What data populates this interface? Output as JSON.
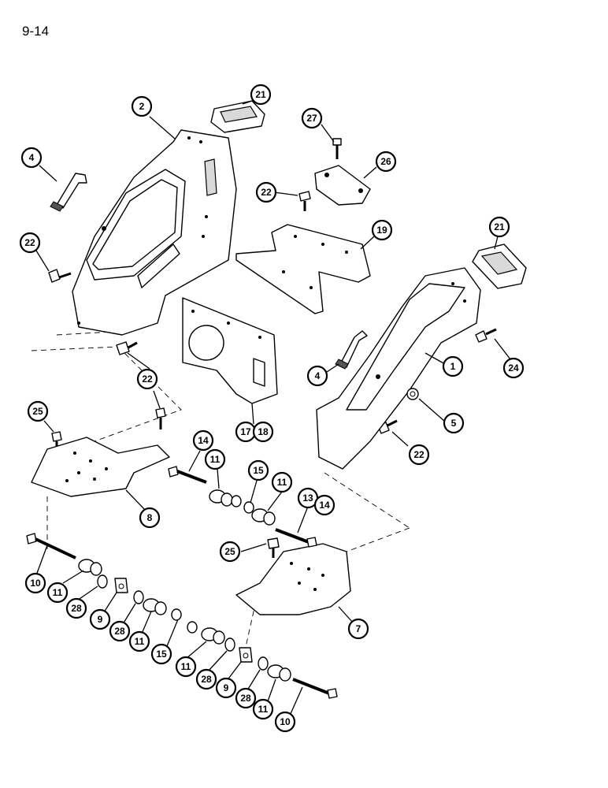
{
  "page": {
    "label": "9-14"
  },
  "callouts": [
    {
      "id": "c-2",
      "text": "2"
    },
    {
      "id": "c-21a",
      "text": "21"
    },
    {
      "id": "c-27",
      "text": "27"
    },
    {
      "id": "c-26",
      "text": "26"
    },
    {
      "id": "c-4a",
      "text": "4"
    },
    {
      "id": "c-22a",
      "text": "22"
    },
    {
      "id": "c-22b",
      "text": "22"
    },
    {
      "id": "c-19",
      "text": "19"
    },
    {
      "id": "c-21b",
      "text": "21"
    },
    {
      "id": "c-24",
      "text": "24"
    },
    {
      "id": "c-4b",
      "text": "4"
    },
    {
      "id": "c-1",
      "text": "1"
    },
    {
      "id": "c-22c",
      "text": "22"
    },
    {
      "id": "c-5",
      "text": "5"
    },
    {
      "id": "c-25a",
      "text": "25"
    },
    {
      "id": "c-17",
      "text": "17"
    },
    {
      "id": "c-18",
      "text": "18"
    },
    {
      "id": "c-22d",
      "text": "22"
    },
    {
      "id": "c-14a",
      "text": "14"
    },
    {
      "id": "c-11a",
      "text": "11"
    },
    {
      "id": "c-15a",
      "text": "15"
    },
    {
      "id": "c-11b",
      "text": "11"
    },
    {
      "id": "c-13",
      "text": "13"
    },
    {
      "id": "c-14b",
      "text": "14"
    },
    {
      "id": "c-8",
      "text": "8"
    },
    {
      "id": "c-25b",
      "text": "25"
    },
    {
      "id": "c-10a",
      "text": "10"
    },
    {
      "id": "c-11c",
      "text": "11"
    },
    {
      "id": "c-28a",
      "text": "28"
    },
    {
      "id": "c-9a",
      "text": "9"
    },
    {
      "id": "c-28b",
      "text": "28"
    },
    {
      "id": "c-11d",
      "text": "11"
    },
    {
      "id": "c-7",
      "text": "7"
    },
    {
      "id": "c-15b",
      "text": "15"
    },
    {
      "id": "c-11e",
      "text": "11"
    },
    {
      "id": "c-28c",
      "text": "28"
    },
    {
      "id": "c-9b",
      "text": "9"
    },
    {
      "id": "c-28d",
      "text": "28"
    },
    {
      "id": "c-11f",
      "text": "11"
    },
    {
      "id": "c-10b",
      "text": "10"
    }
  ]
}
